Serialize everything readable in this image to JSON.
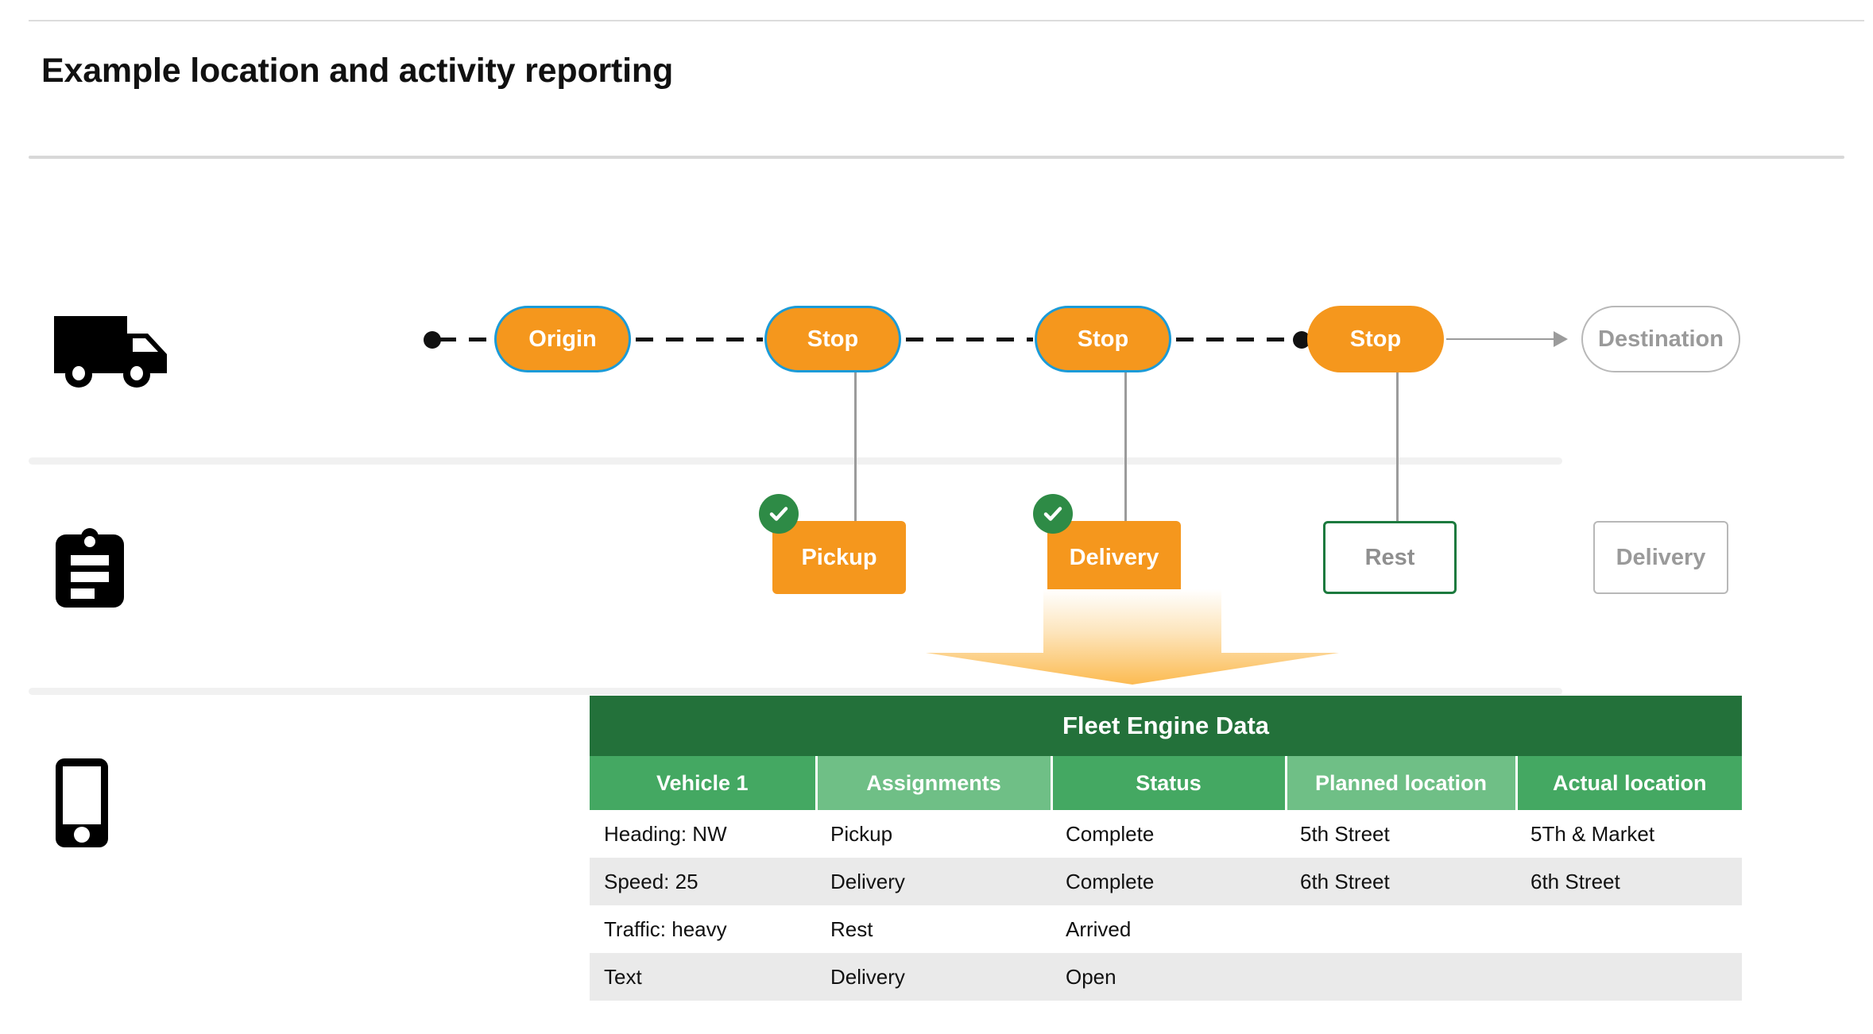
{
  "page": {
    "title": "Example location and activity reporting"
  },
  "rows": {
    "vehicle_icon": "truck-icon",
    "activity_icon": "clipboard-icon",
    "device_icon": "mobile-phone-icon"
  },
  "route": {
    "stops": [
      {
        "label": "Origin",
        "style": "outlined"
      },
      {
        "label": "Stop",
        "style": "outlined"
      },
      {
        "label": "Stop",
        "style": "outlined"
      },
      {
        "label": "Stop",
        "style": "plain"
      },
      {
        "label": "Destination",
        "style": "ghost"
      }
    ]
  },
  "activities": [
    {
      "label": "Pickup",
      "state": "complete",
      "badge": "check-icon"
    },
    {
      "label": "Delivery",
      "state": "complete",
      "badge": "check-icon"
    },
    {
      "label": "Rest",
      "state": "arrived",
      "badge": ""
    },
    {
      "label": "Delivery",
      "state": "open",
      "badge": ""
    }
  ],
  "table": {
    "banner": "Fleet Engine Data",
    "columns": [
      "Vehicle 1",
      "Assignments",
      "Status",
      "Planned location",
      "Actual location"
    ],
    "rows": [
      [
        "Heading: NW",
        "Pickup",
        "Complete",
        "5th Street",
        "5Th & Market"
      ],
      [
        "Speed: 25",
        "Delivery",
        "Complete",
        "6th Street",
        "6th Street"
      ],
      [
        "Traffic: heavy",
        "Rest",
        "Arrived",
        "",
        ""
      ],
      [
        "Text",
        "Delivery",
        "Open",
        "",
        ""
      ]
    ]
  },
  "colors": {
    "orange": "#f5971d",
    "blue_border": "#1b9bd8",
    "green_dark": "#23713a",
    "green_header_a": "#44a862",
    "green_header_b": "#6fbf86",
    "green_check": "#2e8b46",
    "gray_border": "#b8b8b8",
    "row_alt": "#eaeaea"
  }
}
